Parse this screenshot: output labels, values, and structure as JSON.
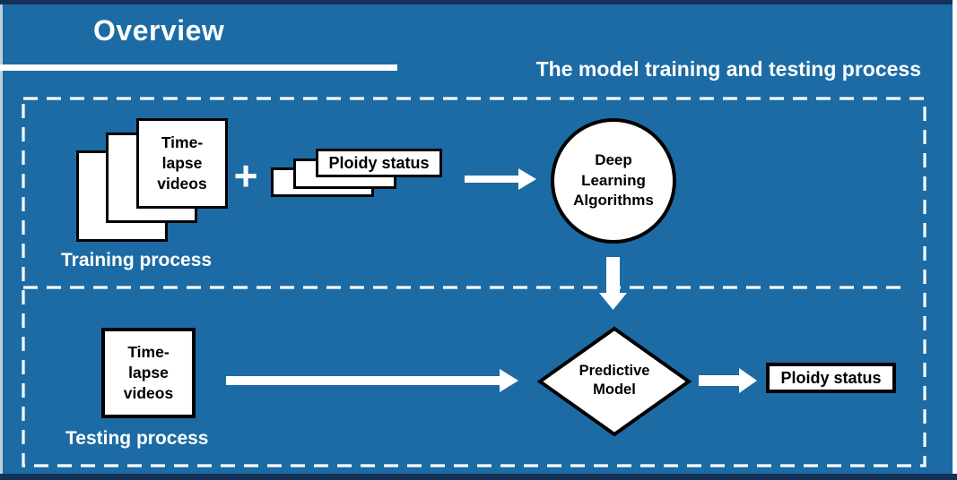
{
  "colors": {
    "background": "#1C6BA4",
    "edge_bar": "#143158",
    "card_fill": "#FFFFFF",
    "card_border": "#000000",
    "heading_text": "#FFFFFF",
    "node_text": "#000000"
  },
  "header": {
    "title": "Overview",
    "subtitle": "The model training and testing process"
  },
  "diagram": {
    "training": {
      "section_label": "Training process",
      "videos_stack": {
        "label": "Time-\nlapse\nvideos",
        "card_count": 3,
        "shape": "stacked-squares"
      },
      "plus_sign": "+",
      "ploidy_stack": {
        "label": "Ploidy status",
        "card_count": 3,
        "shape": "stacked-rectangles"
      },
      "algorithms_node": {
        "label": "Deep\nLearning\nAlgorithms",
        "shape": "circle"
      }
    },
    "testing": {
      "section_label": "Testing process",
      "videos_node": {
        "label": "Time-\nlapse\nvideos",
        "shape": "square"
      },
      "model_node": {
        "label": "Predictive\nModel",
        "shape": "diamond"
      },
      "output_node": {
        "label": "Ploidy status",
        "shape": "rectangle"
      }
    }
  }
}
